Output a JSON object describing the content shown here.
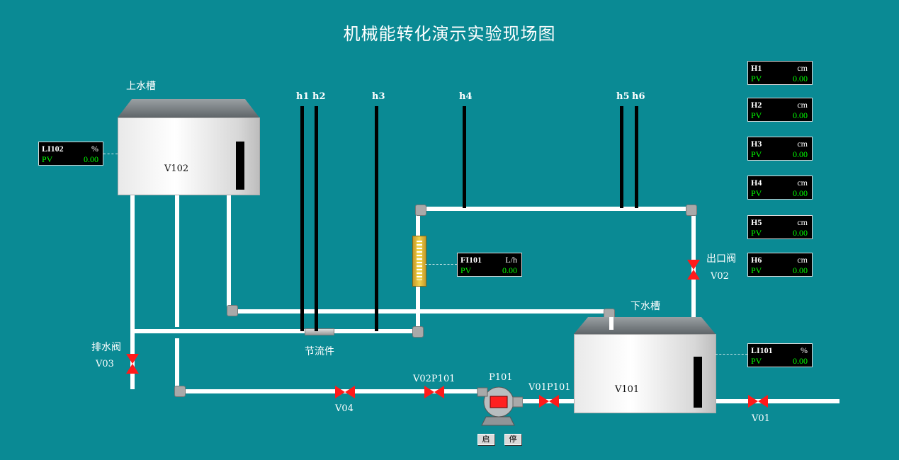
{
  "title": "机械能转化演示实验现场图",
  "tanks": {
    "upper": {
      "caption": "上水槽",
      "tag": "V102"
    },
    "lower": {
      "caption": "下水槽",
      "tag": "V101"
    }
  },
  "tubes": [
    "h1",
    "h2",
    "h3",
    "h4",
    "h5",
    "h6"
  ],
  "labels": {
    "drain_valve": "排水阀",
    "outlet_valve": "出口阀",
    "throttle": "节流件",
    "pump": "P101"
  },
  "valves": {
    "v03": "V03",
    "v04": "V04",
    "v02p101": "V02P101",
    "v01p101": "V01P101",
    "v01": "V01",
    "v02": "V02"
  },
  "panels": {
    "li102": {
      "tag": "LI102",
      "unit": "%",
      "pv": "PV",
      "value": "0.00"
    },
    "fi101": {
      "tag": "FI101",
      "unit": "L/h",
      "pv": "PV",
      "value": "0.00"
    },
    "li101": {
      "tag": "LI101",
      "unit": "%",
      "pv": "PV",
      "value": "0.00"
    },
    "h1": {
      "tag": "H1",
      "unit": "cm",
      "pv": "PV",
      "value": "0.00"
    },
    "h2": {
      "tag": "H2",
      "unit": "cm",
      "pv": "PV",
      "value": "0.00"
    },
    "h3": {
      "tag": "H3",
      "unit": "cm",
      "pv": "PV",
      "value": "0.00"
    },
    "h4": {
      "tag": "H4",
      "unit": "cm",
      "pv": "PV",
      "value": "0.00"
    },
    "h5": {
      "tag": "H5",
      "unit": "cm",
      "pv": "PV",
      "value": "0.00"
    },
    "h6": {
      "tag": "H6",
      "unit": "cm",
      "pv": "PV",
      "value": "0.00"
    }
  },
  "buttons": {
    "start": "启",
    "stop": "停"
  },
  "colors": {
    "background": "#0a8a94",
    "valve": "#ff1a1a",
    "pv": "#00ff00"
  }
}
